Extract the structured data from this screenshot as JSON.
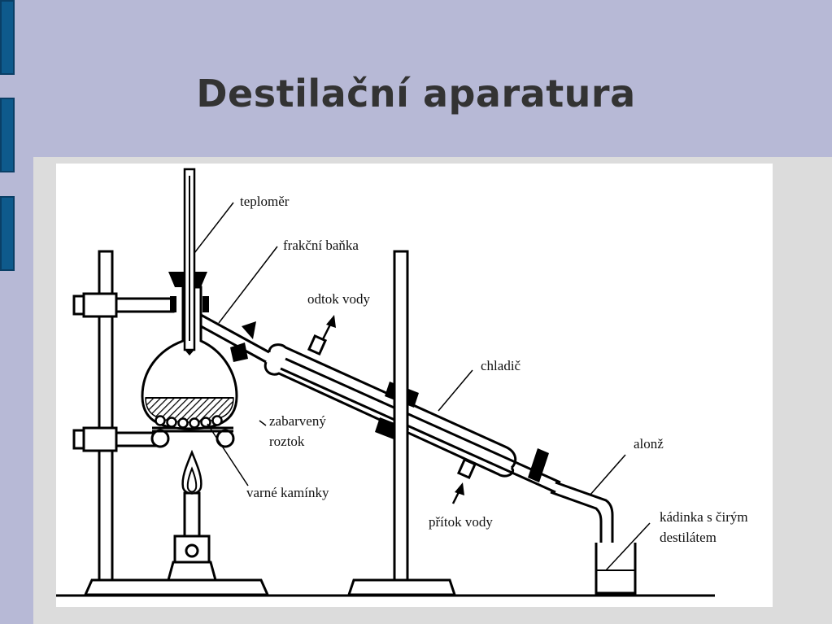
{
  "slide": {
    "title": "Destilační aparatura"
  },
  "diagram": {
    "labels": {
      "thermometer": "teploměr",
      "flask": "frakční baňka",
      "water_outlet": "odtok vody",
      "condenser": "chladič",
      "solution_line1": "zabarvený",
      "solution_line2": "roztok",
      "boiling_chips": "varné kamínky",
      "water_inlet": "přítok vody",
      "adapter": "alonž",
      "beaker_line1": "kádinka s čirým",
      "beaker_line2": "destilátem"
    }
  }
}
